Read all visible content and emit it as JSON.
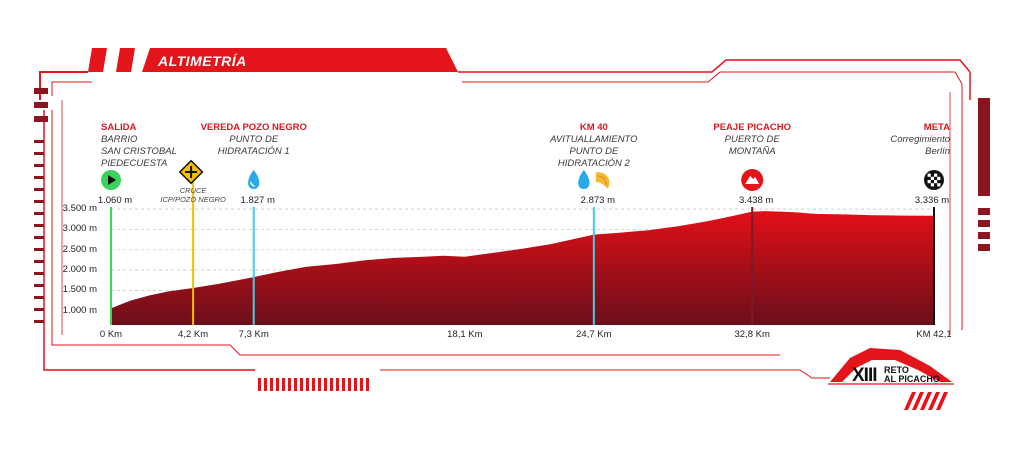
{
  "header": {
    "title": "ALTIMETRÍA"
  },
  "logo": {
    "roman": "XIII",
    "line1": "RETO",
    "line2": "AL PICACHO"
  },
  "colors": {
    "accent": "#e4141b",
    "dark_red": "#8a1420",
    "profile_top": "#e20f17",
    "profile_bottom": "#6a0f1a",
    "green": "#3ad45a",
    "yellow": "#f2c000",
    "cyan": "#3fcfe6",
    "maroon": "#7a1a2a",
    "black": "#111111"
  },
  "waypoints": [
    {
      "id": "start",
      "title": "SALIDA",
      "lines": [
        "BARRIO",
        "SAN CRISTOBAL",
        "PIEDECUESTA"
      ],
      "icon": "play-icon",
      "elevation": "1.060 m",
      "km": 0,
      "line_color": "green"
    },
    {
      "id": "pozo-negro",
      "title": "VEREDA POZO NEGRO",
      "lines": [
        "PUNTO DE",
        "HIDRATACIÓN 1"
      ],
      "icon": "water-drop-icon",
      "elevation": "1.827 m",
      "km": 7.3,
      "line_color": "cyan"
    },
    {
      "id": "km40",
      "title": "KM 40",
      "lines": [
        "AVITUALLAMIENTO",
        "PUNTO DE",
        "HIDRATACIÓN 2"
      ],
      "icon": "water-banana-icon",
      "elevation": "2.873 m",
      "km": 24.7,
      "line_color": "cyan"
    },
    {
      "id": "peaje",
      "title": "PEAJE PICACHO",
      "lines": [
        "PUERTO DE",
        "MONTAÑA"
      ],
      "icon": "mountain-icon",
      "elevation": "3.438 m",
      "km": 32.8,
      "line_color": "maroon"
    },
    {
      "id": "finish",
      "title": "META",
      "lines": [
        "Corregimiento",
        "Berlín"
      ],
      "icon": "checkered-flag-icon",
      "elevation": "3.336 m",
      "km": 42.1,
      "line_color": "black"
    }
  ],
  "junction": {
    "lines": [
      "CRUCE",
      "ICP/POZO NEGRO"
    ],
    "icon": "crossroad-sign-icon",
    "km": 4.2
  },
  "chart_data": {
    "type": "area",
    "title": "ALTIMETRÍA",
    "xlabel": "",
    "ylabel": "",
    "ylim": [
      650,
      3600
    ],
    "xlim": [
      0,
      42.1
    ],
    "y_ticks": [
      "1.000 m",
      "1.500 m",
      "2.000 m",
      "2.500 m",
      "3.000 m",
      "3.500 m"
    ],
    "y_tick_values": [
      1000,
      1500,
      2000,
      2500,
      3000,
      3500
    ],
    "x_ticks": [
      "0 Km",
      "4,2 Km",
      "7,3 Km",
      "18,1 Km",
      "24,7 Km",
      "32,8 Km",
      "KM 42,1"
    ],
    "x_tick_values": [
      0,
      4.2,
      7.3,
      18.1,
      24.7,
      32.8,
      42.1
    ],
    "x": [
      0,
      1,
      2,
      3,
      4.2,
      5.5,
      7.3,
      8.5,
      10,
      11.5,
      13,
      14.5,
      16,
      17,
      18.1,
      19.5,
      21,
      22.5,
      24.7,
      26,
      27.5,
      29,
      30.5,
      31.5,
      32.8,
      33.5,
      35,
      36,
      37.5,
      39,
      40.5,
      42.1
    ],
    "y": [
      1060,
      1250,
      1380,
      1480,
      1560,
      1660,
      1827,
      1950,
      2080,
      2150,
      2240,
      2300,
      2330,
      2350,
      2330,
      2420,
      2520,
      2640,
      2873,
      2920,
      2980,
      3080,
      3200,
      3300,
      3438,
      3450,
      3420,
      3380,
      3370,
      3350,
      3340,
      3336
    ]
  }
}
